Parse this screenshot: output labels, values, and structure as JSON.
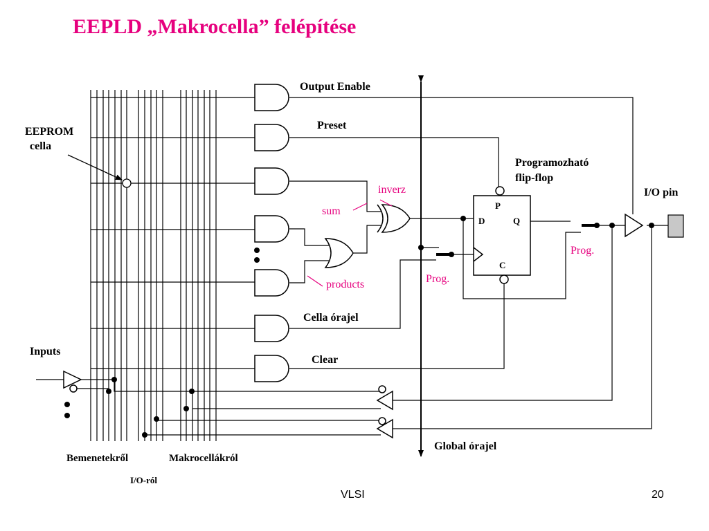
{
  "slide": {
    "title": "EEPLD „Makrocella” felépítése",
    "footer_left": "VLSI",
    "footer_right": "20"
  },
  "labels": {
    "output_enable": "Output Enable",
    "preset": "Preset",
    "eeprom_line1": "EEPROM",
    "eeprom_line2": "cella",
    "prog_ff_line1": "Programozható",
    "prog_ff_line2": "flip-flop",
    "io_pin": "I/O pin",
    "inverz": "inverz",
    "sum": "sum",
    "products": "products",
    "ff_p": "P",
    "ff_d": "D",
    "ff_q": "Q",
    "ff_c": "C",
    "prog_left": "Prog.",
    "prog_right": "Prog.",
    "cella_orajel": "Cella órajel",
    "clear": "Clear",
    "inputs": "Inputs",
    "global_orajel": "Global órajel",
    "bemenetekrol": "Bemenetekről",
    "makrocellakrol": "Makrocellákról",
    "io_rol": "I/O-ról"
  },
  "colors": {
    "title": "#e6007e",
    "annotation": "#e6007e",
    "wire": "#000000",
    "io_pin": "#c8c8c8"
  }
}
